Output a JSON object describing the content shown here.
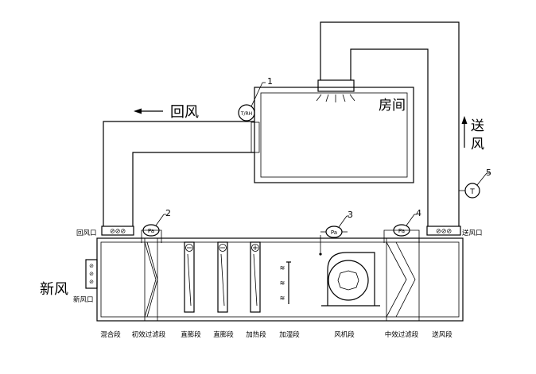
{
  "labels": {
    "room": "房间",
    "return_air": "回风",
    "supply_air_1": "送",
    "supply_air_2": "风",
    "fresh_air": "新风",
    "return_port": "回风口",
    "supply_port": "送风口",
    "fresh_port": "新风口"
  },
  "sections": [
    "混合段",
    "初效过滤段",
    "直膨段",
    "直膨段",
    "加热段",
    "加湿段",
    "风机段",
    "中效过滤段",
    "送风段"
  ],
  "sensors": {
    "s1": {
      "number": "1",
      "label": "T/RH"
    },
    "s2": {
      "number": "2",
      "label": "Pa"
    },
    "s3": {
      "number": "3",
      "label": "Pa"
    },
    "s4": {
      "number": "4",
      "label": "Pa"
    },
    "s5": {
      "number": "5",
      "label": "T"
    }
  }
}
